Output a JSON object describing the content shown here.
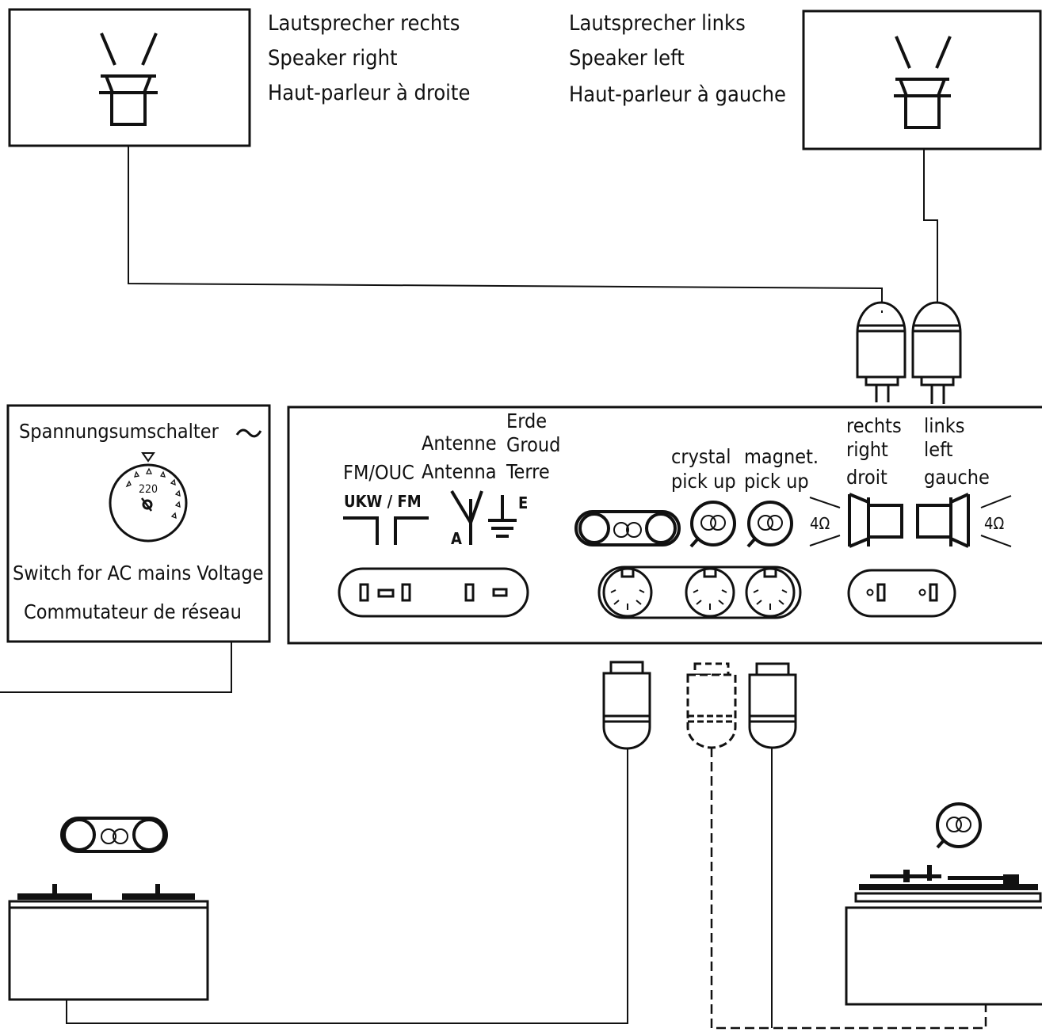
{
  "speaker_right": {
    "de": "Lautsprecher rechts",
    "en": "Speaker right",
    "fr": "Haut-parleur à droite"
  },
  "speaker_left": {
    "de": "Lautsprecher links",
    "en": "Speaker left",
    "fr": "Haut-parleur à gauche"
  },
  "voltage_switch": {
    "de": "Spannungsumschalter",
    "value": "220",
    "en": "Switch for AC mains Voltage",
    "fr": "Commutateur de réseau"
  },
  "panel": {
    "fm_ouc": "FM/OUC",
    "ukw_fm": "UKW / FM",
    "antenne": "Antenne",
    "antenna": "Antenna",
    "antenna_letter": "A",
    "erde": "Erde",
    "groud": "Groud",
    "terre": "Terre",
    "earth_letter": "E",
    "crystal": "crystal",
    "pick_up_1": "pick up",
    "magnet": "magnet.",
    "pick_up_2": "pick up",
    "rechts": "rechts",
    "right": "right",
    "droit": "droit",
    "links": "links",
    "left": "left",
    "gauche": "gauche",
    "ohm_right": "4Ω",
    "ohm_left": "4Ω"
  },
  "icons": [
    "speaker-icon",
    "tape-recorder-icon",
    "pickup-icon",
    "antenna-icon",
    "earth-icon",
    "din-socket-icon",
    "plug-icon",
    "turntable-icon"
  ]
}
